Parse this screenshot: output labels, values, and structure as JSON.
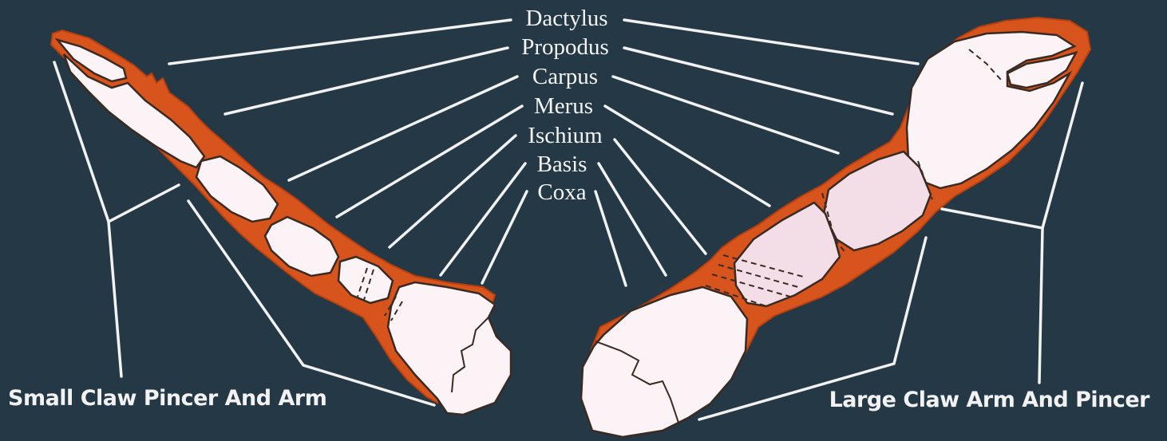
{
  "segments": [
    {
      "key": "dactylus",
      "label": "Dactylus"
    },
    {
      "key": "propodus",
      "label": "Propodus"
    },
    {
      "key": "carpus",
      "label": "Carpus"
    },
    {
      "key": "merus",
      "label": "Merus"
    },
    {
      "key": "ischium",
      "label": "Ischium"
    },
    {
      "key": "basis",
      "label": "Basis"
    },
    {
      "key": "coxa",
      "label": "Coxa"
    }
  ],
  "captions": {
    "small": "Small Claw Pincer And Arm",
    "large": "Large Claw Arm And Pincer"
  },
  "colors": {
    "background": "#243845",
    "shell": "#d8541d",
    "flesh": "#fbf3f6",
    "line": "#f2f2f2"
  }
}
